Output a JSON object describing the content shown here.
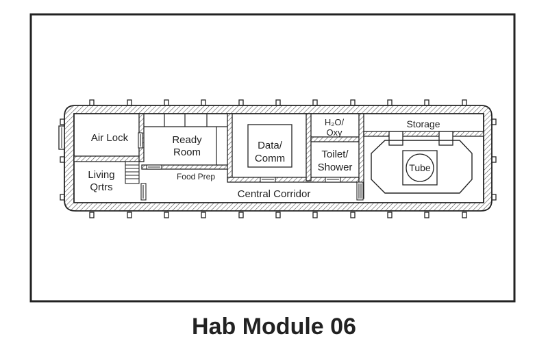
{
  "caption": "Hab Module 06",
  "rooms": {
    "air_lock": "Air Lock",
    "ready_room_line1": "Ready",
    "ready_room_line2": "Room",
    "data_comm_line1": "Data/",
    "data_comm_line2": "Comm",
    "h2o_line1": "H₂O/",
    "h2o_line2": "Oxy",
    "storage": "Storage",
    "toilet_line1": "Toilet/",
    "toilet_line2": "Shower",
    "tube": "Tube",
    "living_line1": "Living",
    "living_line2": "Qrtrs",
    "food_prep": "Food Prep",
    "central_corridor": "Central Corridor"
  },
  "colors": {
    "line": "#222222",
    "hatch": "#555555",
    "background": "#ffffff"
  }
}
